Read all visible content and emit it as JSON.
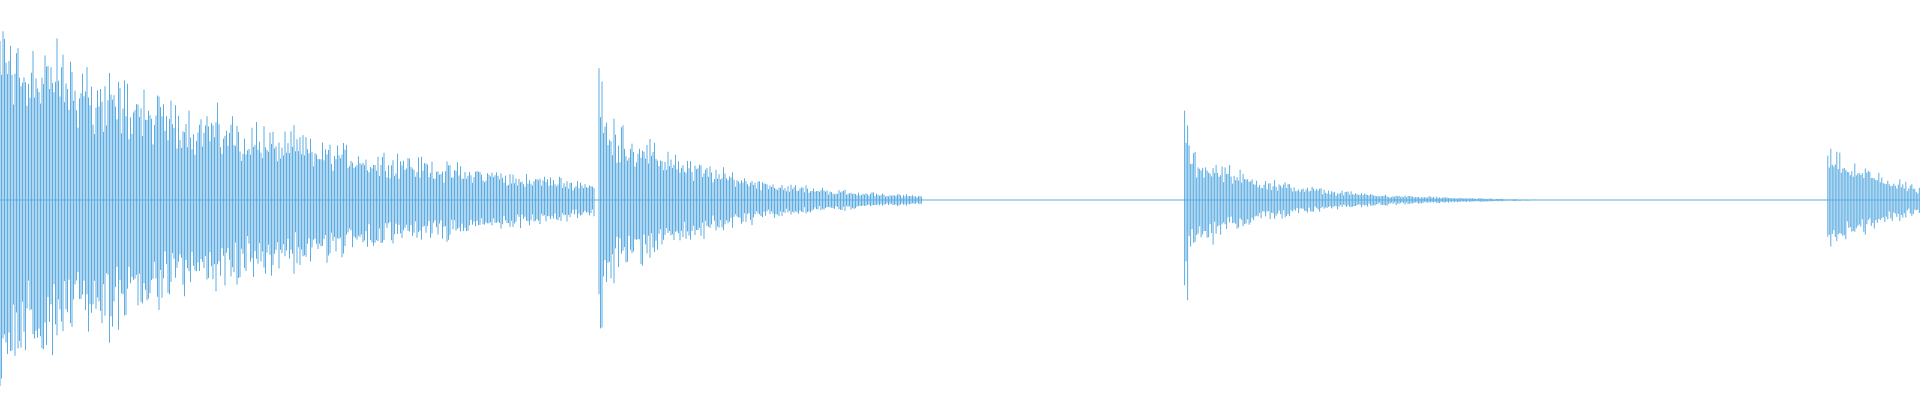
{
  "waveform": {
    "color": "#5dade2",
    "background": "#ffffff",
    "segments": [
      {
        "start": 0.0,
        "end": 0.31,
        "peak": 0.92,
        "decay": 2.2,
        "floor": 0.14,
        "transient": 0.96
      },
      {
        "start": 0.312,
        "end": 0.48,
        "peak": 0.52,
        "decay": 3.0,
        "floor": 0.01,
        "transient": 0.75
      },
      {
        "start": 0.617,
        "end": 0.8,
        "peak": 0.3,
        "decay": 4.5,
        "floor": 0.02,
        "transient": 0.55
      },
      {
        "start": 0.952,
        "end": 1.0,
        "peak": 0.2,
        "decay": 1.0,
        "floor": 0.09,
        "transient": 0.27
      }
    ]
  }
}
